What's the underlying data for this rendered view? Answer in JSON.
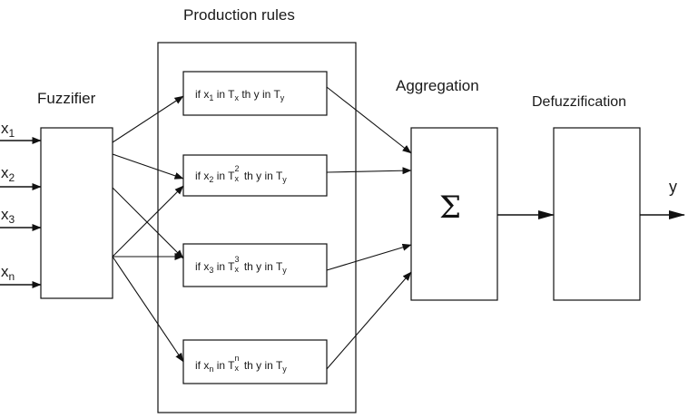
{
  "titles": {
    "production_rules": "Production rules",
    "fuzzifier": "Fuzzifier",
    "aggregation": "Aggregation",
    "defuzzification": "Defuzzification"
  },
  "inputs": [
    {
      "base": "x",
      "sub": "1"
    },
    {
      "base": "x",
      "sub": "2"
    },
    {
      "base": "x",
      "sub": "3"
    },
    {
      "base": "x",
      "sub": "n"
    }
  ],
  "rules": [
    {
      "prefix": "if x",
      "xsub": "1",
      "mid": " in T",
      "tsup": "",
      "tsub": "x",
      "tail": " th y in T",
      "ysub": "y"
    },
    {
      "prefix": "if x",
      "xsub": "2",
      "mid": " in T",
      "tsup": "2",
      "tsub": "x",
      "tail": " th y in T",
      "ysub": "y"
    },
    {
      "prefix": "if x",
      "xsub": "3",
      "mid": " in T",
      "tsup": "3",
      "tsub": "x",
      "tail": " th y in T",
      "ysub": "y"
    },
    {
      "prefix": "if x",
      "xsub": "n",
      "mid": " in T",
      "tsup": "n",
      "tsub": "x",
      "tail": " th y in T",
      "ysub": "y"
    }
  ],
  "aggregation_symbol": "Σ",
  "output": "y"
}
